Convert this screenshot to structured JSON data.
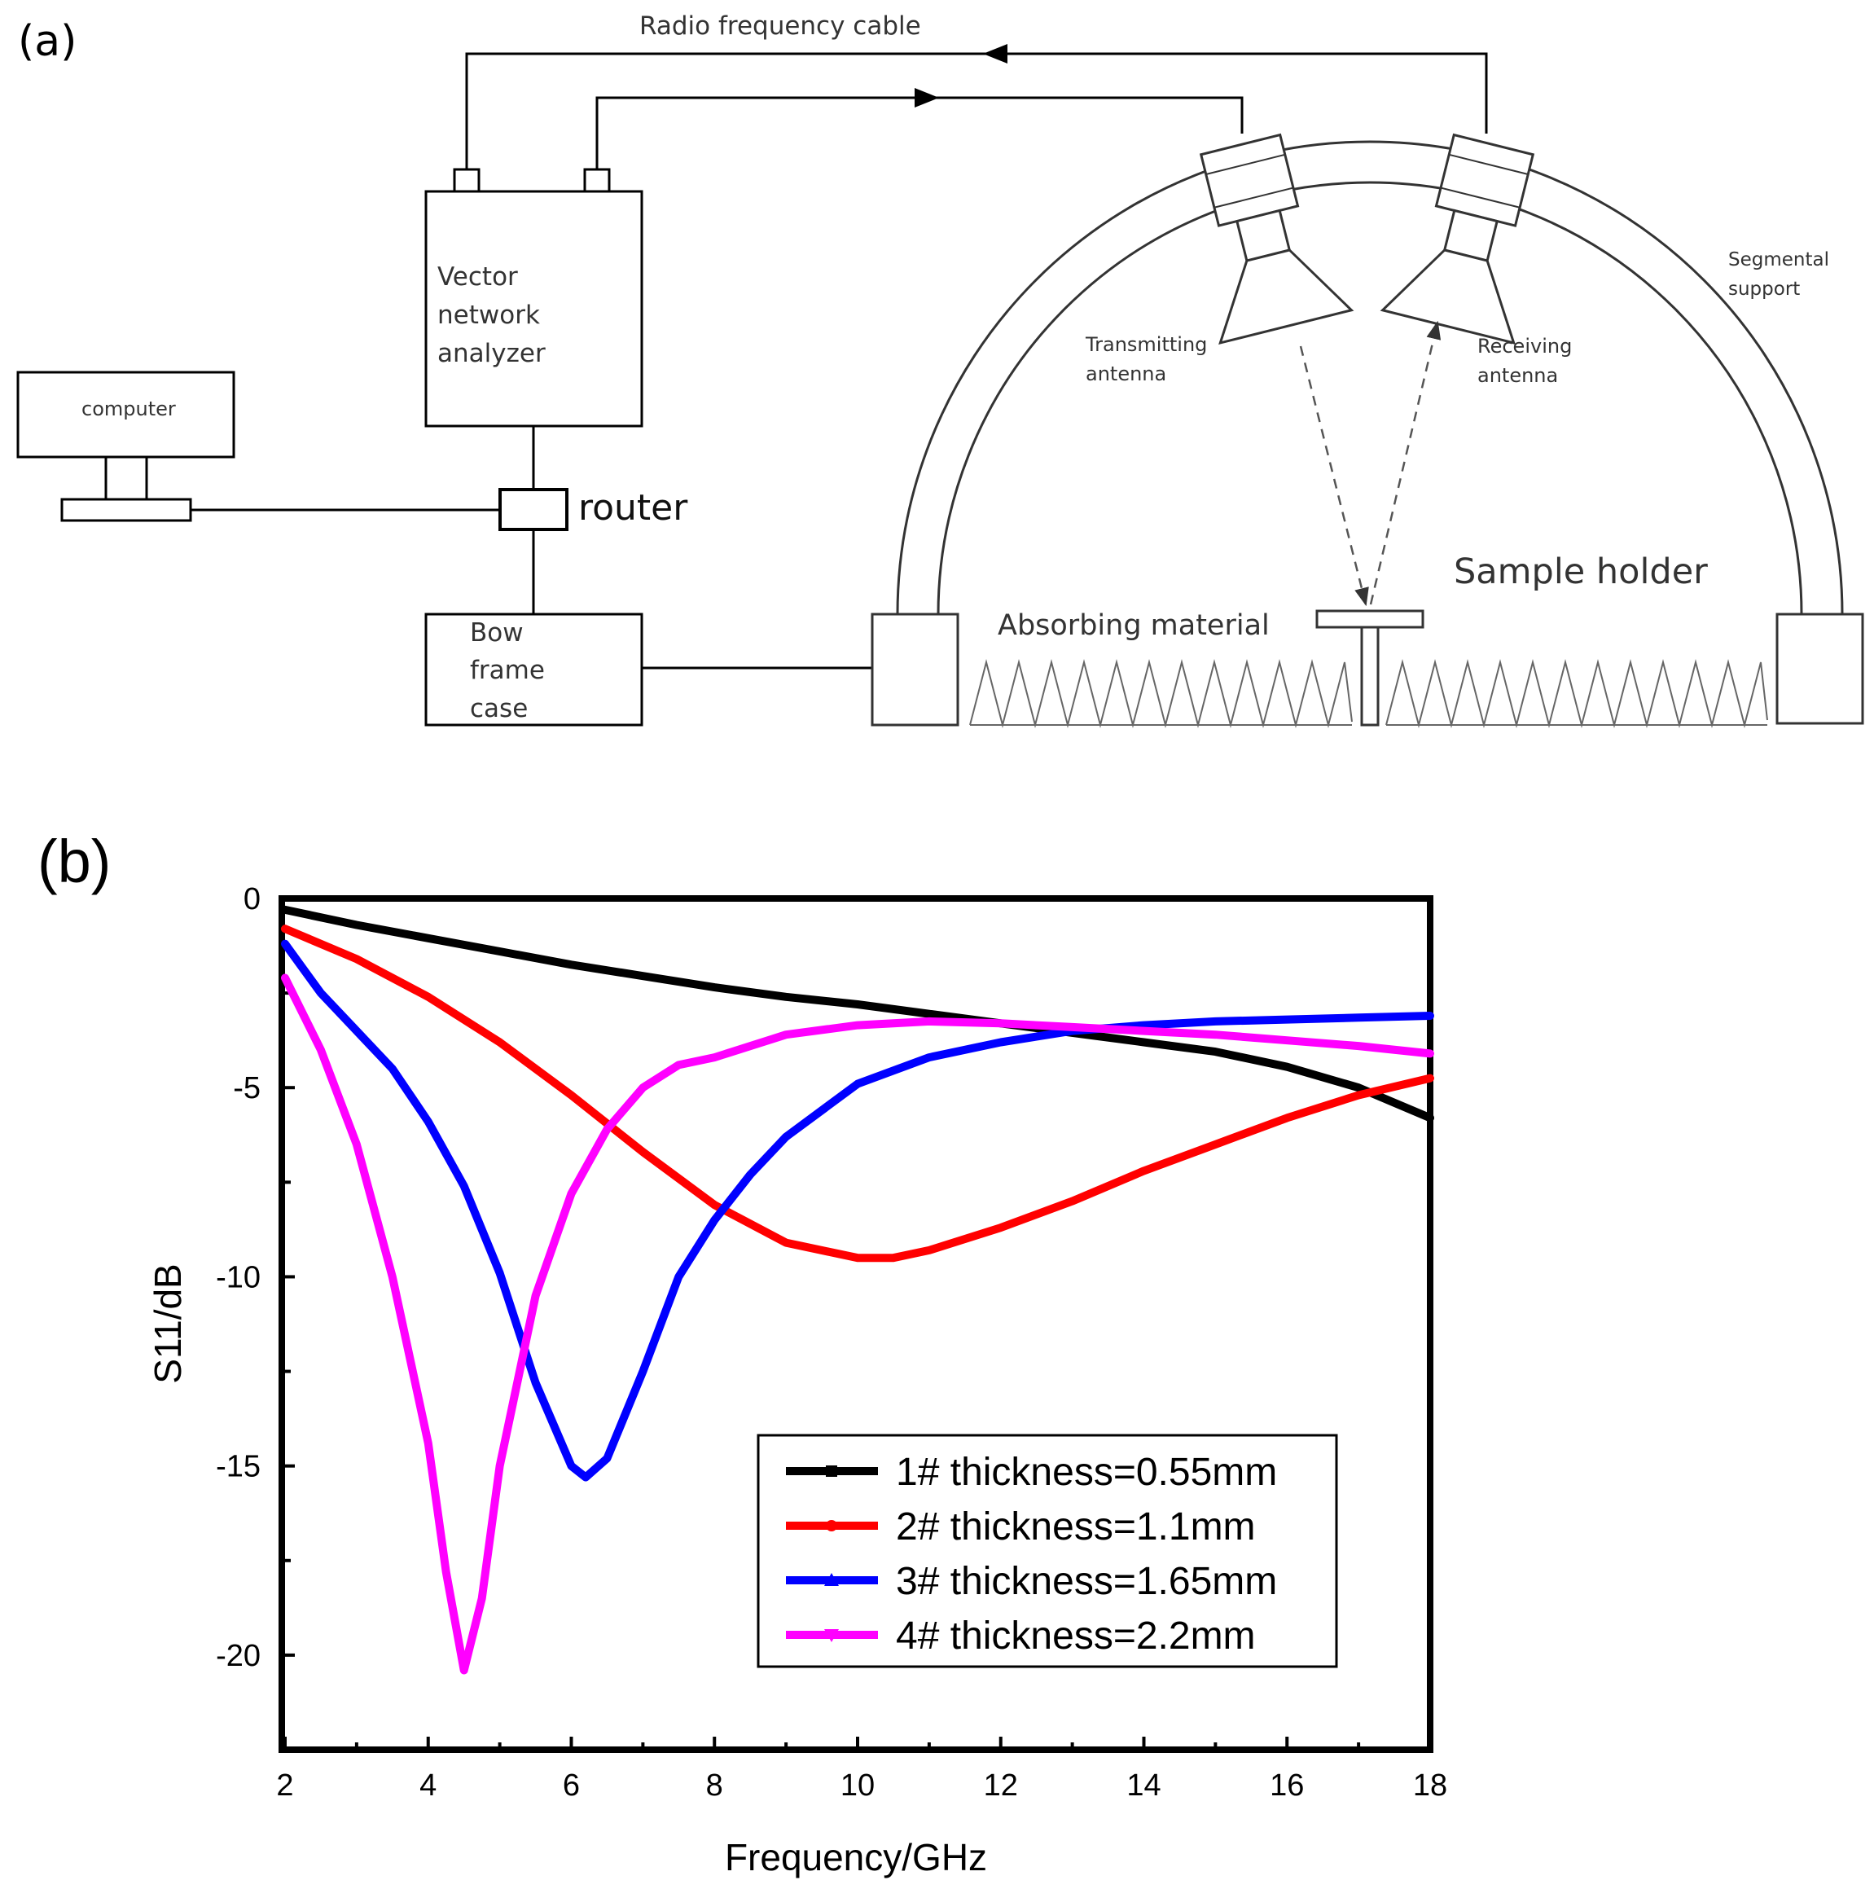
{
  "panel_a": {
    "label": "(a)",
    "cable_label": "Radio frequency cable",
    "vna_label": [
      "Vector",
      "network",
      "analyzer"
    ],
    "computer_label": "computer",
    "router_label": "router",
    "case_label": [
      "Bow",
      "frame",
      "case"
    ],
    "tx_label": [
      "Transmitting",
      "antenna"
    ],
    "rx_label": [
      "Receiving",
      "antenna"
    ],
    "support_label": [
      "Segmental",
      "support"
    ],
    "sample_label": "Sample holder",
    "absorber_label": "Absorbing material"
  },
  "panel_b": {
    "label": "(b)"
  },
  "chart_data": {
    "type": "line",
    "title": "",
    "xlabel": "Frequency/GHz",
    "ylabel": "S11/dB",
    "xlim": [
      2,
      18
    ],
    "ylim": [
      -22.5,
      0
    ],
    "xticks": [
      2,
      4,
      6,
      8,
      10,
      12,
      14,
      16,
      18
    ],
    "yticks": [
      0,
      -5,
      -10,
      -15,
      -20
    ],
    "xtick_labels": [
      "2",
      "4",
      "6",
      "8",
      "10",
      "12",
      "14",
      "16",
      "18"
    ],
    "ytick_labels": [
      "0",
      "-5",
      "-10",
      "-15",
      "-20"
    ],
    "grid": false,
    "legend_position": "bottom-right",
    "series": [
      {
        "name": "1# thickness=0.55mm",
        "color": "#000000",
        "marker": "square",
        "x": [
          2,
          3,
          4,
          5,
          6,
          7,
          8,
          9,
          10,
          11,
          12,
          13,
          14,
          15,
          16,
          17,
          18
        ],
        "y": [
          -0.3,
          -0.7,
          -1.05,
          -1.4,
          -1.75,
          -2.05,
          -2.35,
          -2.6,
          -2.8,
          -3.05,
          -3.3,
          -3.55,
          -3.8,
          -4.05,
          -4.45,
          -5.0,
          -5.8
        ]
      },
      {
        "name": "2# thickness=1.1mm",
        "color": "#ff0000",
        "marker": "circle",
        "x": [
          2,
          3,
          4,
          5,
          6,
          7,
          8,
          9,
          10,
          10.5,
          11,
          12,
          13,
          14,
          15,
          16,
          17,
          18
        ],
        "y": [
          -0.8,
          -1.6,
          -2.6,
          -3.8,
          -5.2,
          -6.7,
          -8.1,
          -9.1,
          -9.5,
          -9.5,
          -9.3,
          -8.7,
          -8.0,
          -7.2,
          -6.5,
          -5.8,
          -5.2,
          -4.75
        ]
      },
      {
        "name": "3# thickness=1.65mm",
        "color": "#0000ff",
        "marker": "triangle-up",
        "x": [
          2,
          2.5,
          3,
          3.5,
          4,
          4.5,
          5,
          5.5,
          6,
          6.2,
          6.5,
          7,
          7.5,
          8,
          8.5,
          9,
          10,
          11,
          12,
          13,
          14,
          15,
          16,
          17,
          18
        ],
        "y": [
          -1.2,
          -2.5,
          -3.5,
          -4.5,
          -5.9,
          -7.6,
          -9.9,
          -12.8,
          -15.0,
          -15.3,
          -14.8,
          -12.5,
          -10.0,
          -8.5,
          -7.3,
          -6.3,
          -4.9,
          -4.2,
          -3.8,
          -3.5,
          -3.35,
          -3.25,
          -3.2,
          -3.15,
          -3.1
        ]
      },
      {
        "name": "4# thickness=2.2mm",
        "color": "#ff00ff",
        "marker": "triangle-down",
        "x": [
          2,
          2.5,
          3,
          3.5,
          4,
          4.25,
          4.5,
          4.75,
          5,
          5.5,
          6,
          6.5,
          7,
          7.5,
          8,
          9,
          10,
          11,
          12,
          13,
          14,
          15,
          16,
          17,
          18
        ],
        "y": [
          -2.1,
          -4.0,
          -6.5,
          -10.0,
          -14.4,
          -17.8,
          -20.4,
          -18.5,
          -15.0,
          -10.5,
          -7.8,
          -6.1,
          -5.0,
          -4.4,
          -4.2,
          -3.6,
          -3.35,
          -3.25,
          -3.3,
          -3.4,
          -3.5,
          -3.6,
          -3.75,
          -3.9,
          -4.1
        ]
      }
    ]
  }
}
